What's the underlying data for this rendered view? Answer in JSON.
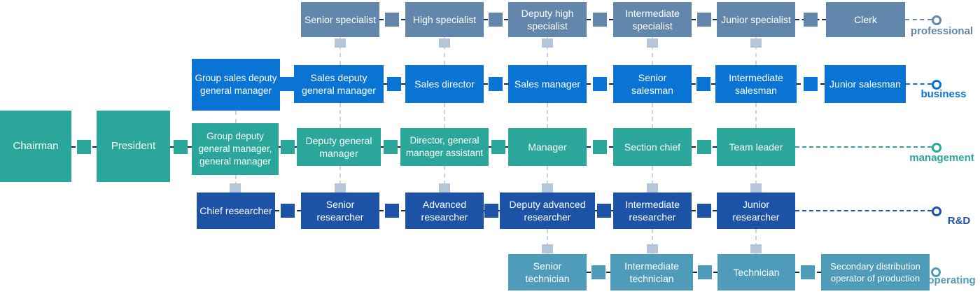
{
  "tracks": [
    {
      "label": "professional",
      "color": "#6387ac",
      "boxes": [
        "Senior specialist",
        "High specialist",
        "Deputy high specialist",
        "Intermediate specialist",
        "Junior specialist",
        "Clerk"
      ]
    },
    {
      "label": "business",
      "color": "#0974d4",
      "boxes": [
        "Group sales deputy general manager",
        "Sales deputy general manager",
        "Sales director",
        "Sales manager",
        "Senior salesman",
        "Intermediate salesman",
        "Junior salesman"
      ]
    },
    {
      "label": "management",
      "color": "#2aa79a",
      "boxes": [
        "Chairman",
        "President",
        "Group deputy general manager, general manager",
        "Deputy general manager",
        "Director, general manager assistant",
        "Manager",
        "Section chief",
        "Team leader"
      ]
    },
    {
      "label": "R&D",
      "color": "#1c53a6",
      "boxes": [
        "Chief researcher",
        "Senior researcher",
        "Advanced researcher",
        "Deputy advanced researcher",
        "Intermediate researcher",
        "Junior researcher"
      ]
    },
    {
      "label": "operating",
      "color": "#4f9cba",
      "boxes": [
        "Senior technician",
        "Intermediate technician",
        "Technician",
        "Secondary distribution operator of production"
      ]
    }
  ]
}
